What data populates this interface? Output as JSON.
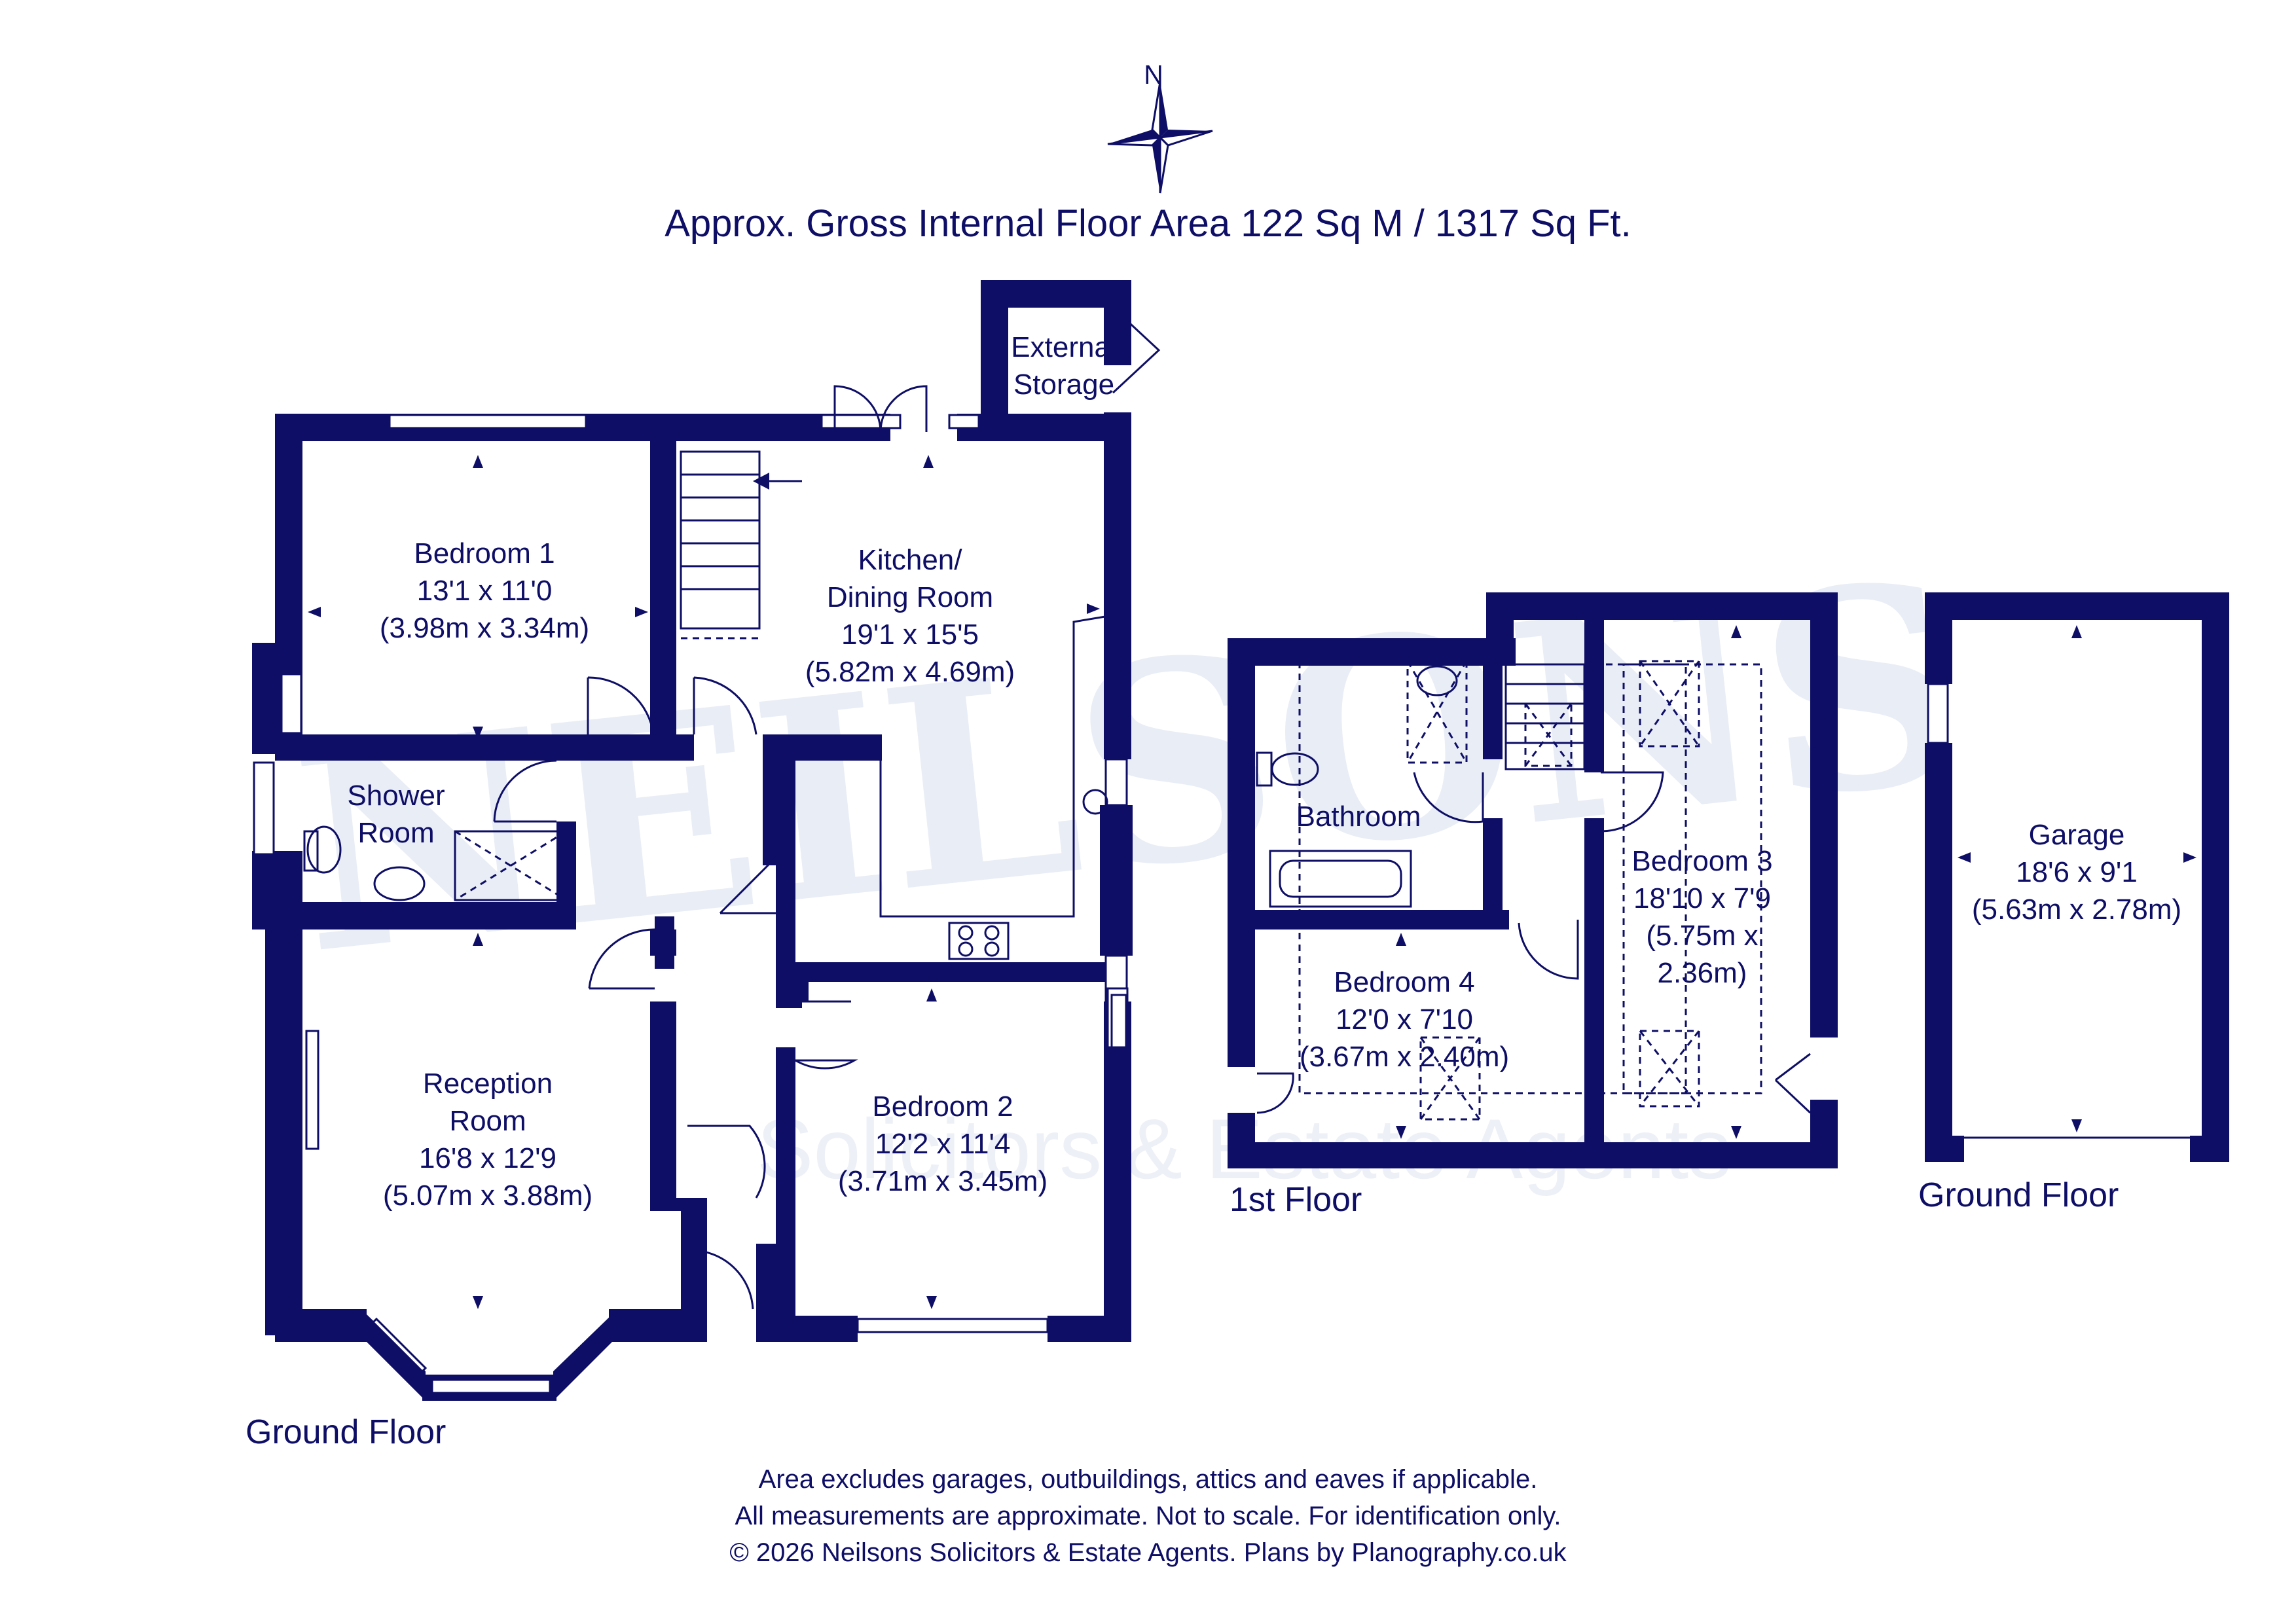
{
  "title": "Approx. Gross Internal Floor Area 122 Sq M / 1317 Sq Ft.",
  "compass": {
    "label": "N",
    "icon": "compass-rose-icon"
  },
  "watermark": {
    "brand": "NEILSONS",
    "tagline": "Solicitors & Estate Agents"
  },
  "rooms": {
    "bedroom1": {
      "name": "Bedroom 1",
      "imperial": "13'1 x 11'0",
      "metric": "(3.98m x 3.34m)"
    },
    "kitchen": {
      "name_line1": "Kitchen/",
      "name_line2": "Dining Room",
      "imperial": "19'1 x 15'5",
      "metric": "(5.82m x 4.69m)"
    },
    "external_storage": {
      "name_line1": "External",
      "name_line2": "Storage"
    },
    "shower_room": {
      "name_line1": "Shower",
      "name_line2": "Room"
    },
    "reception": {
      "name_line1": "Reception",
      "name_line2": "Room",
      "imperial": "16'8 x 12'9",
      "metric": "(5.07m x 3.88m)"
    },
    "bedroom2": {
      "name": "Bedroom 2",
      "imperial": "12'2 x 11'4",
      "metric": "(3.71m x 3.45m)"
    },
    "bathroom": {
      "name": "Bathroom"
    },
    "bedroom3": {
      "name": "Bedroom 3",
      "imperial": "18'10 x 7'9",
      "metric_line1": "(5.75m x",
      "metric_line2": "2.36m)"
    },
    "bedroom4": {
      "name": "Bedroom 4",
      "imperial": "12'0 x 7'10",
      "metric": "(3.67m x 2.40m)"
    },
    "garage": {
      "name": "Garage",
      "imperial": "18'6 x 9'1",
      "metric": "(5.63m x 2.78m)"
    }
  },
  "floors": {
    "main_ground": "Ground Floor",
    "first": "1st Floor",
    "garage_ground": "Ground Floor"
  },
  "footer": {
    "line1": "Area excludes garages, outbuildings, attics and eaves if applicable.",
    "line2": "All measurements are approximate. Not to scale. For identification only.",
    "line3": "© 2026 Neilsons Solicitors & Estate Agents. Plans by Planography.co.uk"
  },
  "colors": {
    "ink": "#0e0e66",
    "watermark": "#e9edf6",
    "background": "#ffffff"
  }
}
